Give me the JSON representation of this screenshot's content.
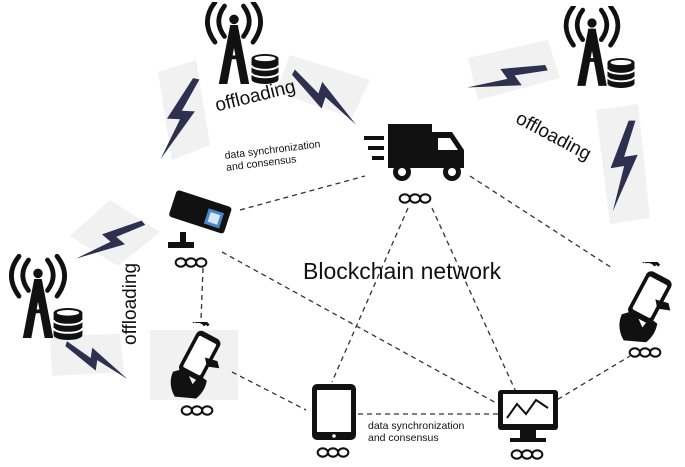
{
  "diagram": {
    "title": "Blockchain network",
    "offloading_labels": [
      "offloading",
      "offloading",
      "offloading"
    ],
    "sync_label_top": [
      "data synchronization",
      "and consensus"
    ],
    "sync_label_bottom": [
      "data synchronization",
      "and consensus"
    ]
  },
  "colors": {
    "bolt": "#2e3050",
    "device": "#111111",
    "link_line": "#333333",
    "shadow_panel": "#f1f1f1"
  },
  "icons": [
    "cell-tower-icon",
    "database-icon",
    "lightning-bolt-icon",
    "truck-icon",
    "security-camera-icon",
    "smartphone-hand-icon",
    "tablet-icon",
    "monitor-chart-icon",
    "chain-link-icon"
  ]
}
